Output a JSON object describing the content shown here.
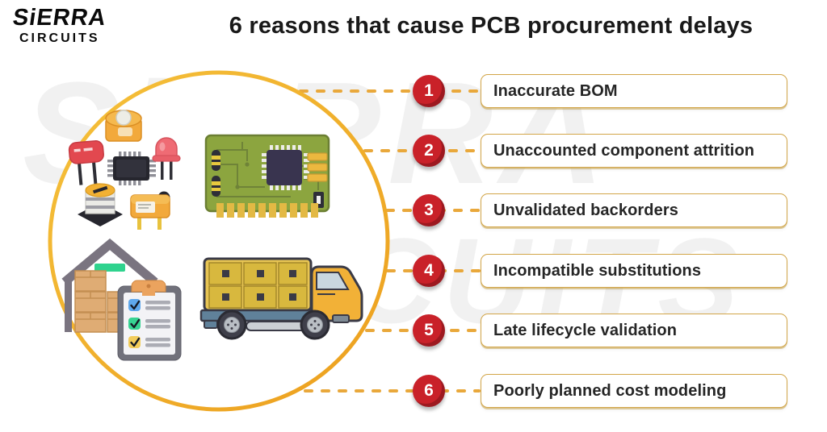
{
  "logo": {
    "line1": "SiERRA",
    "line2": "CIRCUITS"
  },
  "title": "6 reasons that cause PCB procurement delays",
  "watermark": {
    "line1": "SiERRA",
    "line2": "CIRCUITS"
  },
  "items": [
    {
      "number": "1",
      "label": "Inaccurate BOM"
    },
    {
      "number": "2",
      "label": "Unaccounted component attrition"
    },
    {
      "number": "3",
      "label": "Unvalidated backorders"
    },
    {
      "number": "4",
      "label": "Incompatible substitutions"
    },
    {
      "number": "5",
      "label": "Late lifecycle validation"
    },
    {
      "number": "6",
      "label": "Poorly planned cost modeling"
    }
  ],
  "icons": [
    "circle-frame",
    "electronic-components-icon",
    "pcb-icon",
    "warehouse-icon",
    "checklist-icon",
    "truck-icon",
    "connector-dashes"
  ],
  "colors": {
    "accent_gold": "#F0AC28",
    "dash_gold": "#E9A83B",
    "box_border_gold": "#D2A548",
    "badge_red": "#C92129",
    "badge_red_shadow": "#9E1B21",
    "pcb_green": "#8CA53F",
    "chip_navy": "#39344F",
    "text_dark": "#191919"
  }
}
